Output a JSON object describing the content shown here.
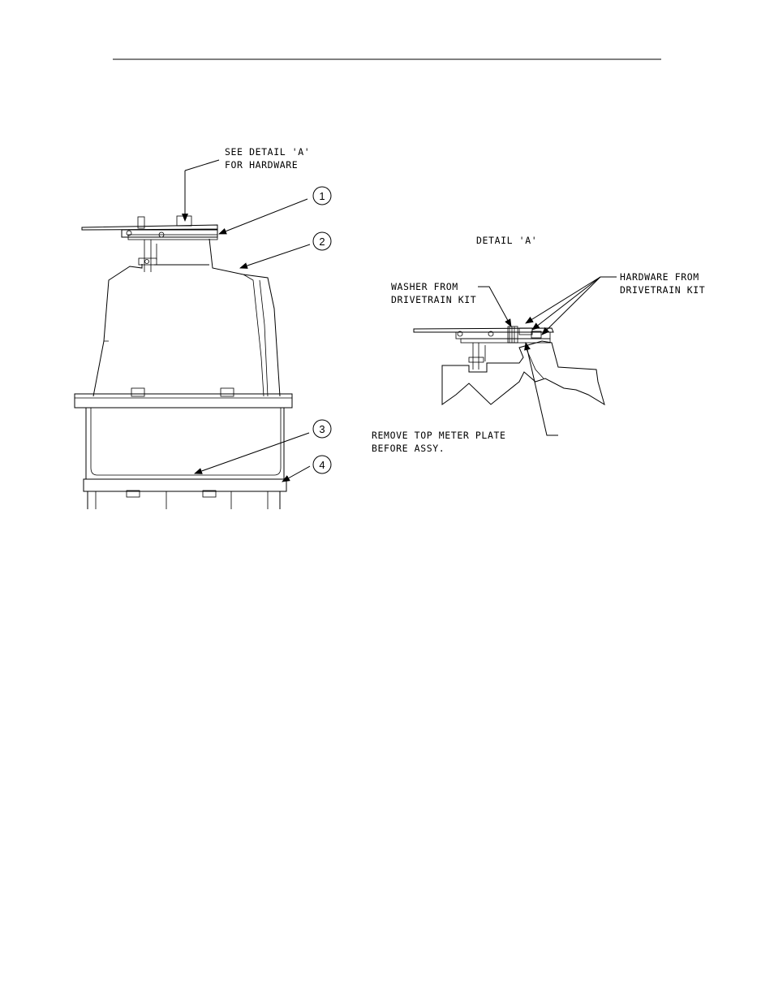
{
  "labels": {
    "see_detail": "SEE DETAIL 'A'",
    "for_hardware": "FOR HARDWARE",
    "detail_title": "DETAIL 'A'",
    "washer_line1": "WASHER FROM",
    "washer_line2": "DRIVETRAIN KIT",
    "hardware_line1": "HARDWARE FROM",
    "hardware_line2": "DRIVETRAIN KIT",
    "remove_line1": "REMOVE TOP METER PLATE",
    "remove_line2": "BEFORE ASSY."
  },
  "balloons": [
    "1",
    "2",
    "3",
    "4"
  ]
}
